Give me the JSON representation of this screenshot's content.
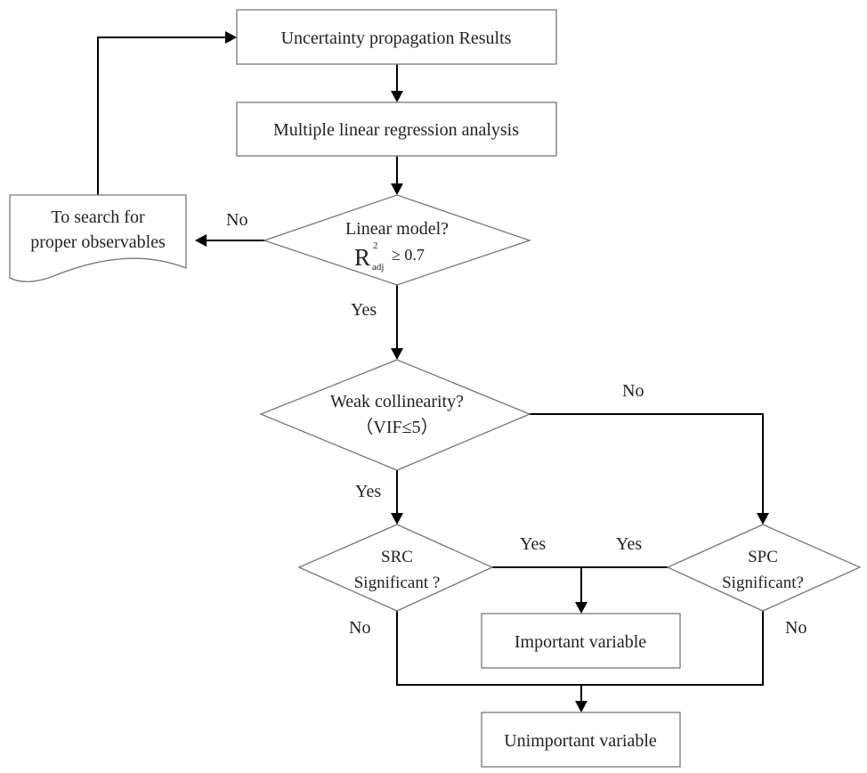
{
  "nodes": {
    "results": {
      "label": "Uncertainty propagation Results"
    },
    "mlr": {
      "label": "Multiple linear regression analysis"
    },
    "linear_check": {
      "line1": "Linear model?",
      "r_symbol": "R",
      "r_superscript": "2",
      "r_subscript": "adj",
      "r_condition": "≥ 0.7"
    },
    "search": {
      "line1": "To search for",
      "line2": "proper observables"
    },
    "collinearity": {
      "line1": "Weak collinearity?",
      "line2": "（VIF≤5）"
    },
    "src": {
      "line1": "SRC",
      "line2": "Significant ?"
    },
    "spc": {
      "line1": "SPC",
      "line2": "Significant?"
    },
    "important": {
      "label": "Important variable"
    },
    "unimportant": {
      "label": "Unimportant variable"
    }
  },
  "edges": {
    "linear_no": "No",
    "linear_yes": "Yes",
    "collinearity_no": "No",
    "collinearity_yes": "Yes",
    "src_yes": "Yes",
    "spc_yes": "Yes",
    "src_no": "No",
    "spc_no": "No"
  }
}
